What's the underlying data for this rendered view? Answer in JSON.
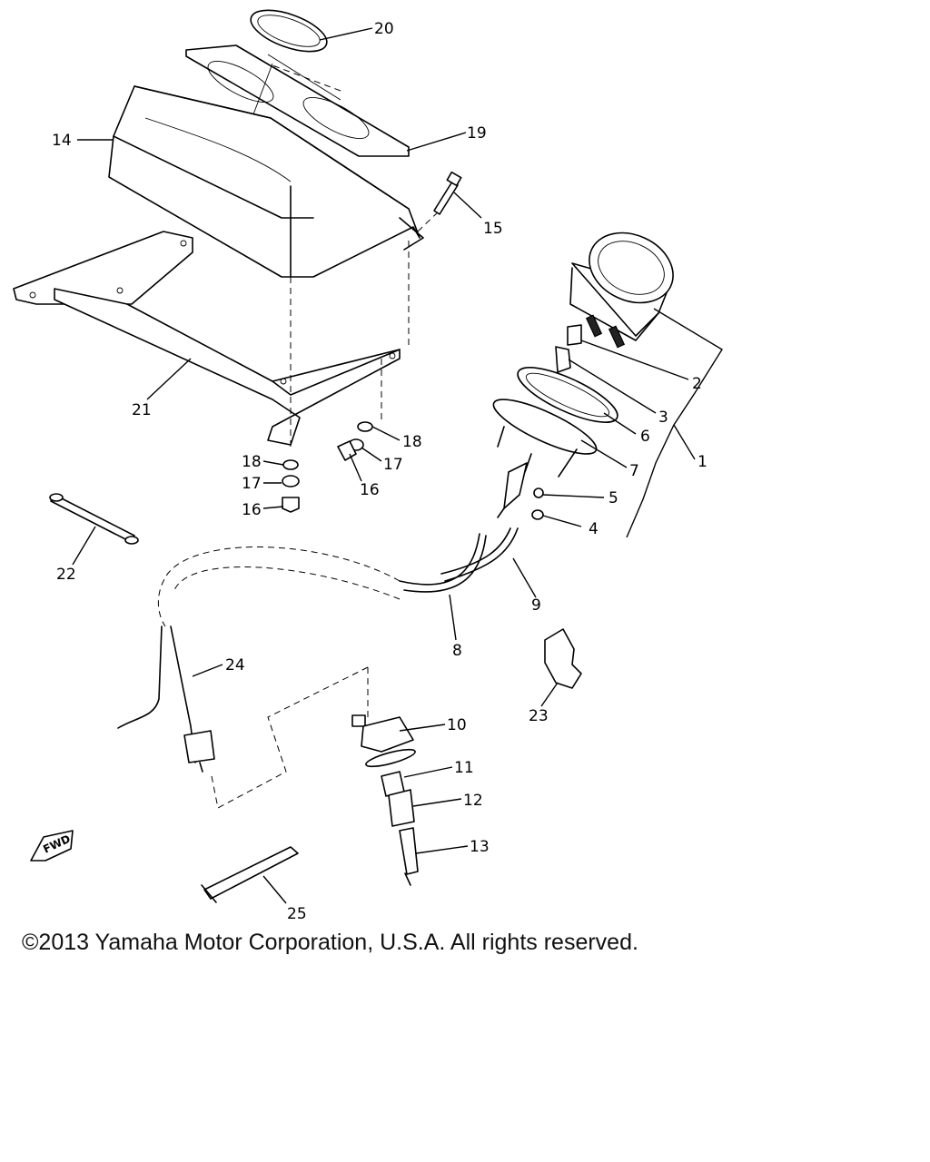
{
  "diagram": {
    "callouts": [
      "1",
      "2",
      "3",
      "4",
      "5",
      "6",
      "7",
      "8",
      "9",
      "10",
      "11",
      "12",
      "13",
      "14",
      "15",
      "16",
      "16",
      "17",
      "17",
      "18",
      "18",
      "19",
      "20",
      "21",
      "22",
      "23",
      "24",
      "25"
    ],
    "fwd_label": "FWD"
  },
  "footer": {
    "copyright": "©2013 Yamaha Motor Corporation, U.S.A. All rights reserved."
  }
}
